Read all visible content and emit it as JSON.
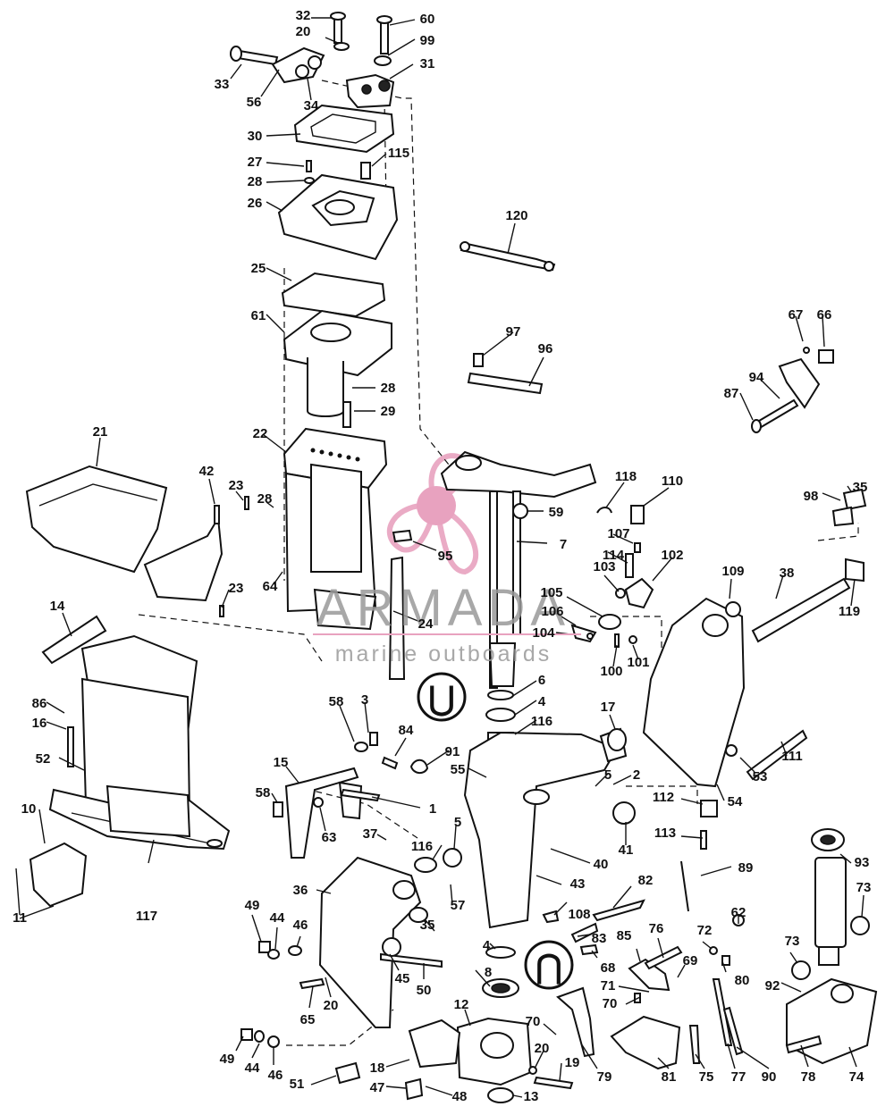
{
  "watermark": {
    "brand": "ARMADA",
    "tagline": "marine outboards",
    "accent_color": "#e8a2bf",
    "text_color": "#9a9a9a"
  },
  "badges": [
    {
      "id": "badge-lubricant-a",
      "symbol": "⋃"
    },
    {
      "id": "badge-lubricant-b",
      "symbol": "⋂"
    }
  ],
  "callouts": [
    "32",
    "20",
    "60",
    "99",
    "31",
    "33",
    "56",
    "34",
    "30",
    "27",
    "115",
    "28",
    "26",
    "120",
    "25",
    "61",
    "28",
    "29",
    "97",
    "96",
    "67",
    "66",
    "94",
    "87",
    "22",
    "21",
    "42",
    "23",
    "28",
    "110",
    "118",
    "59",
    "7",
    "95",
    "98",
    "35",
    "64",
    "107",
    "114",
    "102",
    "38",
    "109",
    "103",
    "105",
    "106",
    "104",
    "24",
    "14",
    "23",
    "119",
    "100",
    "101",
    "6",
    "4",
    "116",
    "17",
    "86",
    "58",
    "3",
    "16",
    "84",
    "91",
    "5",
    "52",
    "15",
    "55",
    "2",
    "1",
    "111",
    "54",
    "53",
    "58",
    "63",
    "112",
    "41",
    "10",
    "37",
    "116",
    "113",
    "5",
    "40",
    "89",
    "93",
    "117",
    "36",
    "43",
    "57",
    "82",
    "108",
    "73",
    "49",
    "44",
    "46",
    "35",
    "62",
    "83",
    "76",
    "4",
    "72",
    "73",
    "68",
    "85",
    "69",
    "11",
    "8",
    "80",
    "45",
    "50",
    "71",
    "92",
    "65",
    "70",
    "20",
    "12",
    "70",
    "20",
    "19",
    "49",
    "44",
    "46",
    "18",
    "79",
    "81",
    "75",
    "77",
    "90",
    "78",
    "74",
    "51",
    "47",
    "48",
    "13"
  ]
}
